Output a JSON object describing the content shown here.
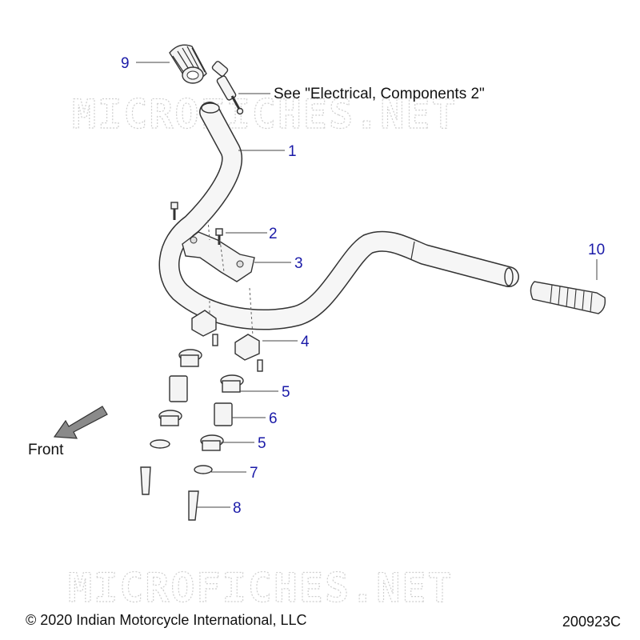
{
  "watermark": "MICROFICHES.NET",
  "callouts": {
    "p1": "1",
    "p2": "2",
    "p3": "3",
    "p4": "4",
    "p5a": "5",
    "p5b": "5",
    "p6": "6",
    "p7": "7",
    "p8": "8",
    "p9": "9",
    "p10": "10"
  },
  "note_electrical": "See \"Electrical, Components 2\"",
  "front_label": "Front",
  "copyright": "© 2020 Indian Motorcycle International, LLC",
  "diagram_code": "200923C",
  "colors": {
    "callout": "#1a1aa8",
    "text": "#111111",
    "watermark": "#cfcfcf"
  }
}
